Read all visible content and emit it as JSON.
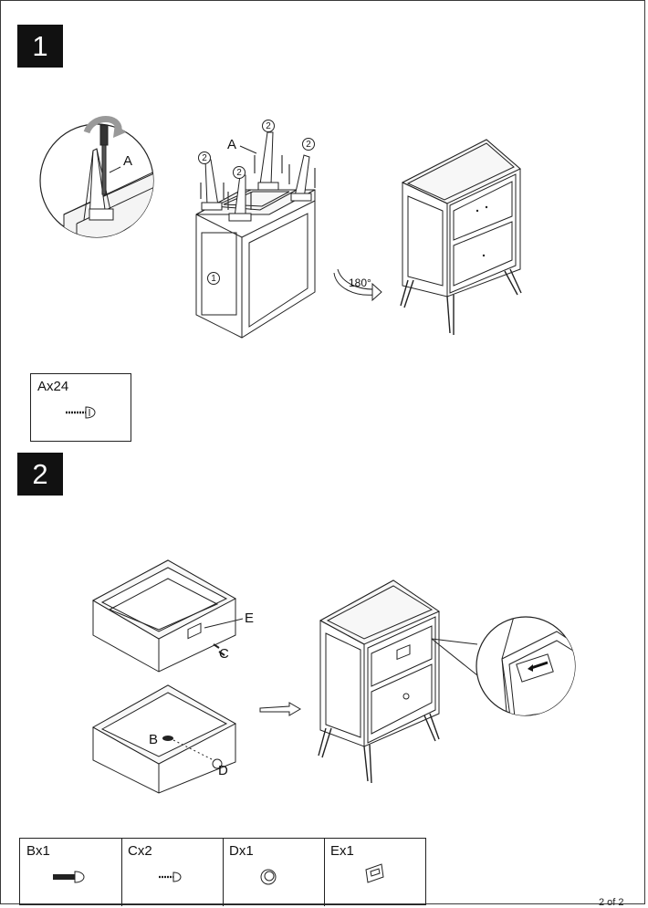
{
  "step1": {
    "number": "1",
    "label_a_detail": "A",
    "label_a_main": "A",
    "leg_marker": "2",
    "body_marker": "1",
    "rotation": "180°",
    "parts": [
      {
        "label": "Ax24",
        "icon": "screw-icon"
      }
    ]
  },
  "step2": {
    "number": "2",
    "label_b": "B",
    "label_c": "C",
    "label_d": "D",
    "label_e": "E",
    "parts": [
      {
        "label": "Bx1",
        "icon": "bolt-icon"
      },
      {
        "label": "Cx2",
        "icon": "small-screw-icon"
      },
      {
        "label": "Dx1",
        "icon": "knob-icon"
      },
      {
        "label": "Ex1",
        "icon": "handle-icon"
      }
    ]
  },
  "footer": {
    "page": "2 of 2"
  },
  "colors": {
    "badge": "#111111",
    "line": "#222222",
    "arrow_gray": "#bdbdbd"
  }
}
